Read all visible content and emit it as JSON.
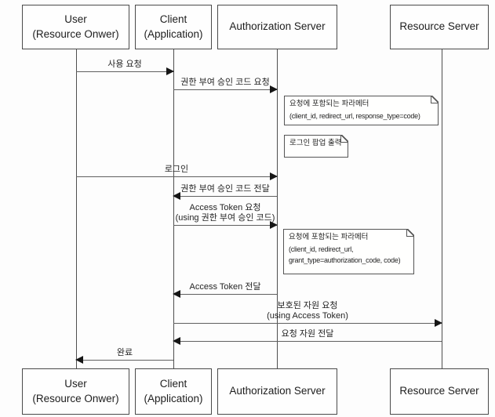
{
  "diagram": {
    "type": "uml-sequence",
    "subject": "OAuth Authorization Code Grant flow",
    "colors": {
      "background": "#fdfdfd",
      "box_border": "#4a4a4a",
      "arrow_line": "#606060",
      "arrowhead": "#161616",
      "text": "#242424"
    },
    "actors": [
      {
        "name": "User",
        "subtitle": "(Resource Onwer)"
      },
      {
        "name": "Client",
        "subtitle": "(Application)"
      },
      {
        "name": "Authorization Server"
      },
      {
        "name": "Resource Server"
      }
    ],
    "messages": [
      {
        "label": "사용 요청",
        "from": "User",
        "to": "Client",
        "direction": "right"
      },
      {
        "label": "권한 부여 승인 코드 요청",
        "from": "Client",
        "to": "Authorization Server",
        "direction": "right"
      },
      {
        "label": "로그인",
        "from": "User",
        "to": "Authorization Server",
        "direction": "right"
      },
      {
        "label": "권한 부여 승인 코드 전달",
        "from": "Authorization Server",
        "to": "Client",
        "direction": "left"
      },
      {
        "label": "Access Token 요청",
        "sublabel": "(using 권한 부여 승인 코드)",
        "from": "Client",
        "to": "Authorization Server",
        "direction": "right"
      },
      {
        "label": "Access Token 전달",
        "from": "Authorization Server",
        "to": "Client",
        "direction": "left"
      },
      {
        "label": "보호된 자원 요청",
        "sublabel": "(using Access Token)",
        "from": "Client",
        "to": "Resource Server",
        "direction": "right"
      },
      {
        "label": "요청 자원 전달",
        "from": "Resource Server",
        "to": "Client",
        "direction": "left"
      },
      {
        "label": "완료",
        "from": "Client",
        "to": "User",
        "direction": "left"
      }
    ],
    "notes": [
      {
        "line1": "요청에 포함되는 파라메터",
        "line2": "(client_id, redirect_url, response_type=code)"
      },
      {
        "line1": "로그인 팝업 출력"
      },
      {
        "line1": "요청에 포함되는 파라메터",
        "line2": "(client_id, redirect_url,",
        "line3": "grant_type=authorization_code, code)"
      }
    ]
  }
}
